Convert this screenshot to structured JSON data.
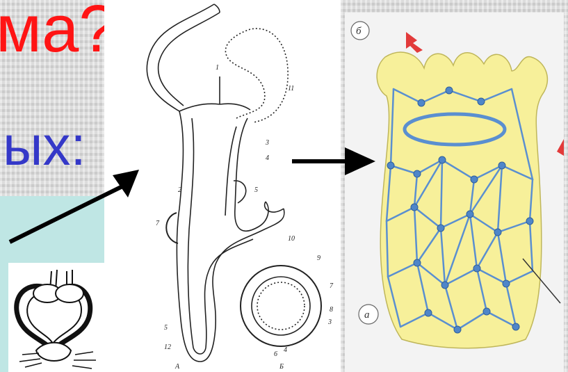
{
  "slide": {
    "title_fragment": "ма?",
    "subtitle_fragment": "ых:"
  },
  "figures": {
    "hydra_section_caption_a": "А",
    "hydra_section_caption_b": "Б",
    "hydra_labels": [
      "1",
      "11",
      "3",
      "4",
      "2",
      "5",
      "7",
      "10",
      "9",
      "12",
      "5",
      "6",
      "4",
      "3",
      "8",
      "7"
    ],
    "net_label_b": "б",
    "net_label_a": "а"
  },
  "colors": {
    "title_red": "#ff1414",
    "subtitle_blue": "#3438c8",
    "cyan_box": "#bfe6e4",
    "polyp_fill": "#f7f09a",
    "nerve_net": "#5a8fd0",
    "marker_arrow": "#e23a3a"
  }
}
